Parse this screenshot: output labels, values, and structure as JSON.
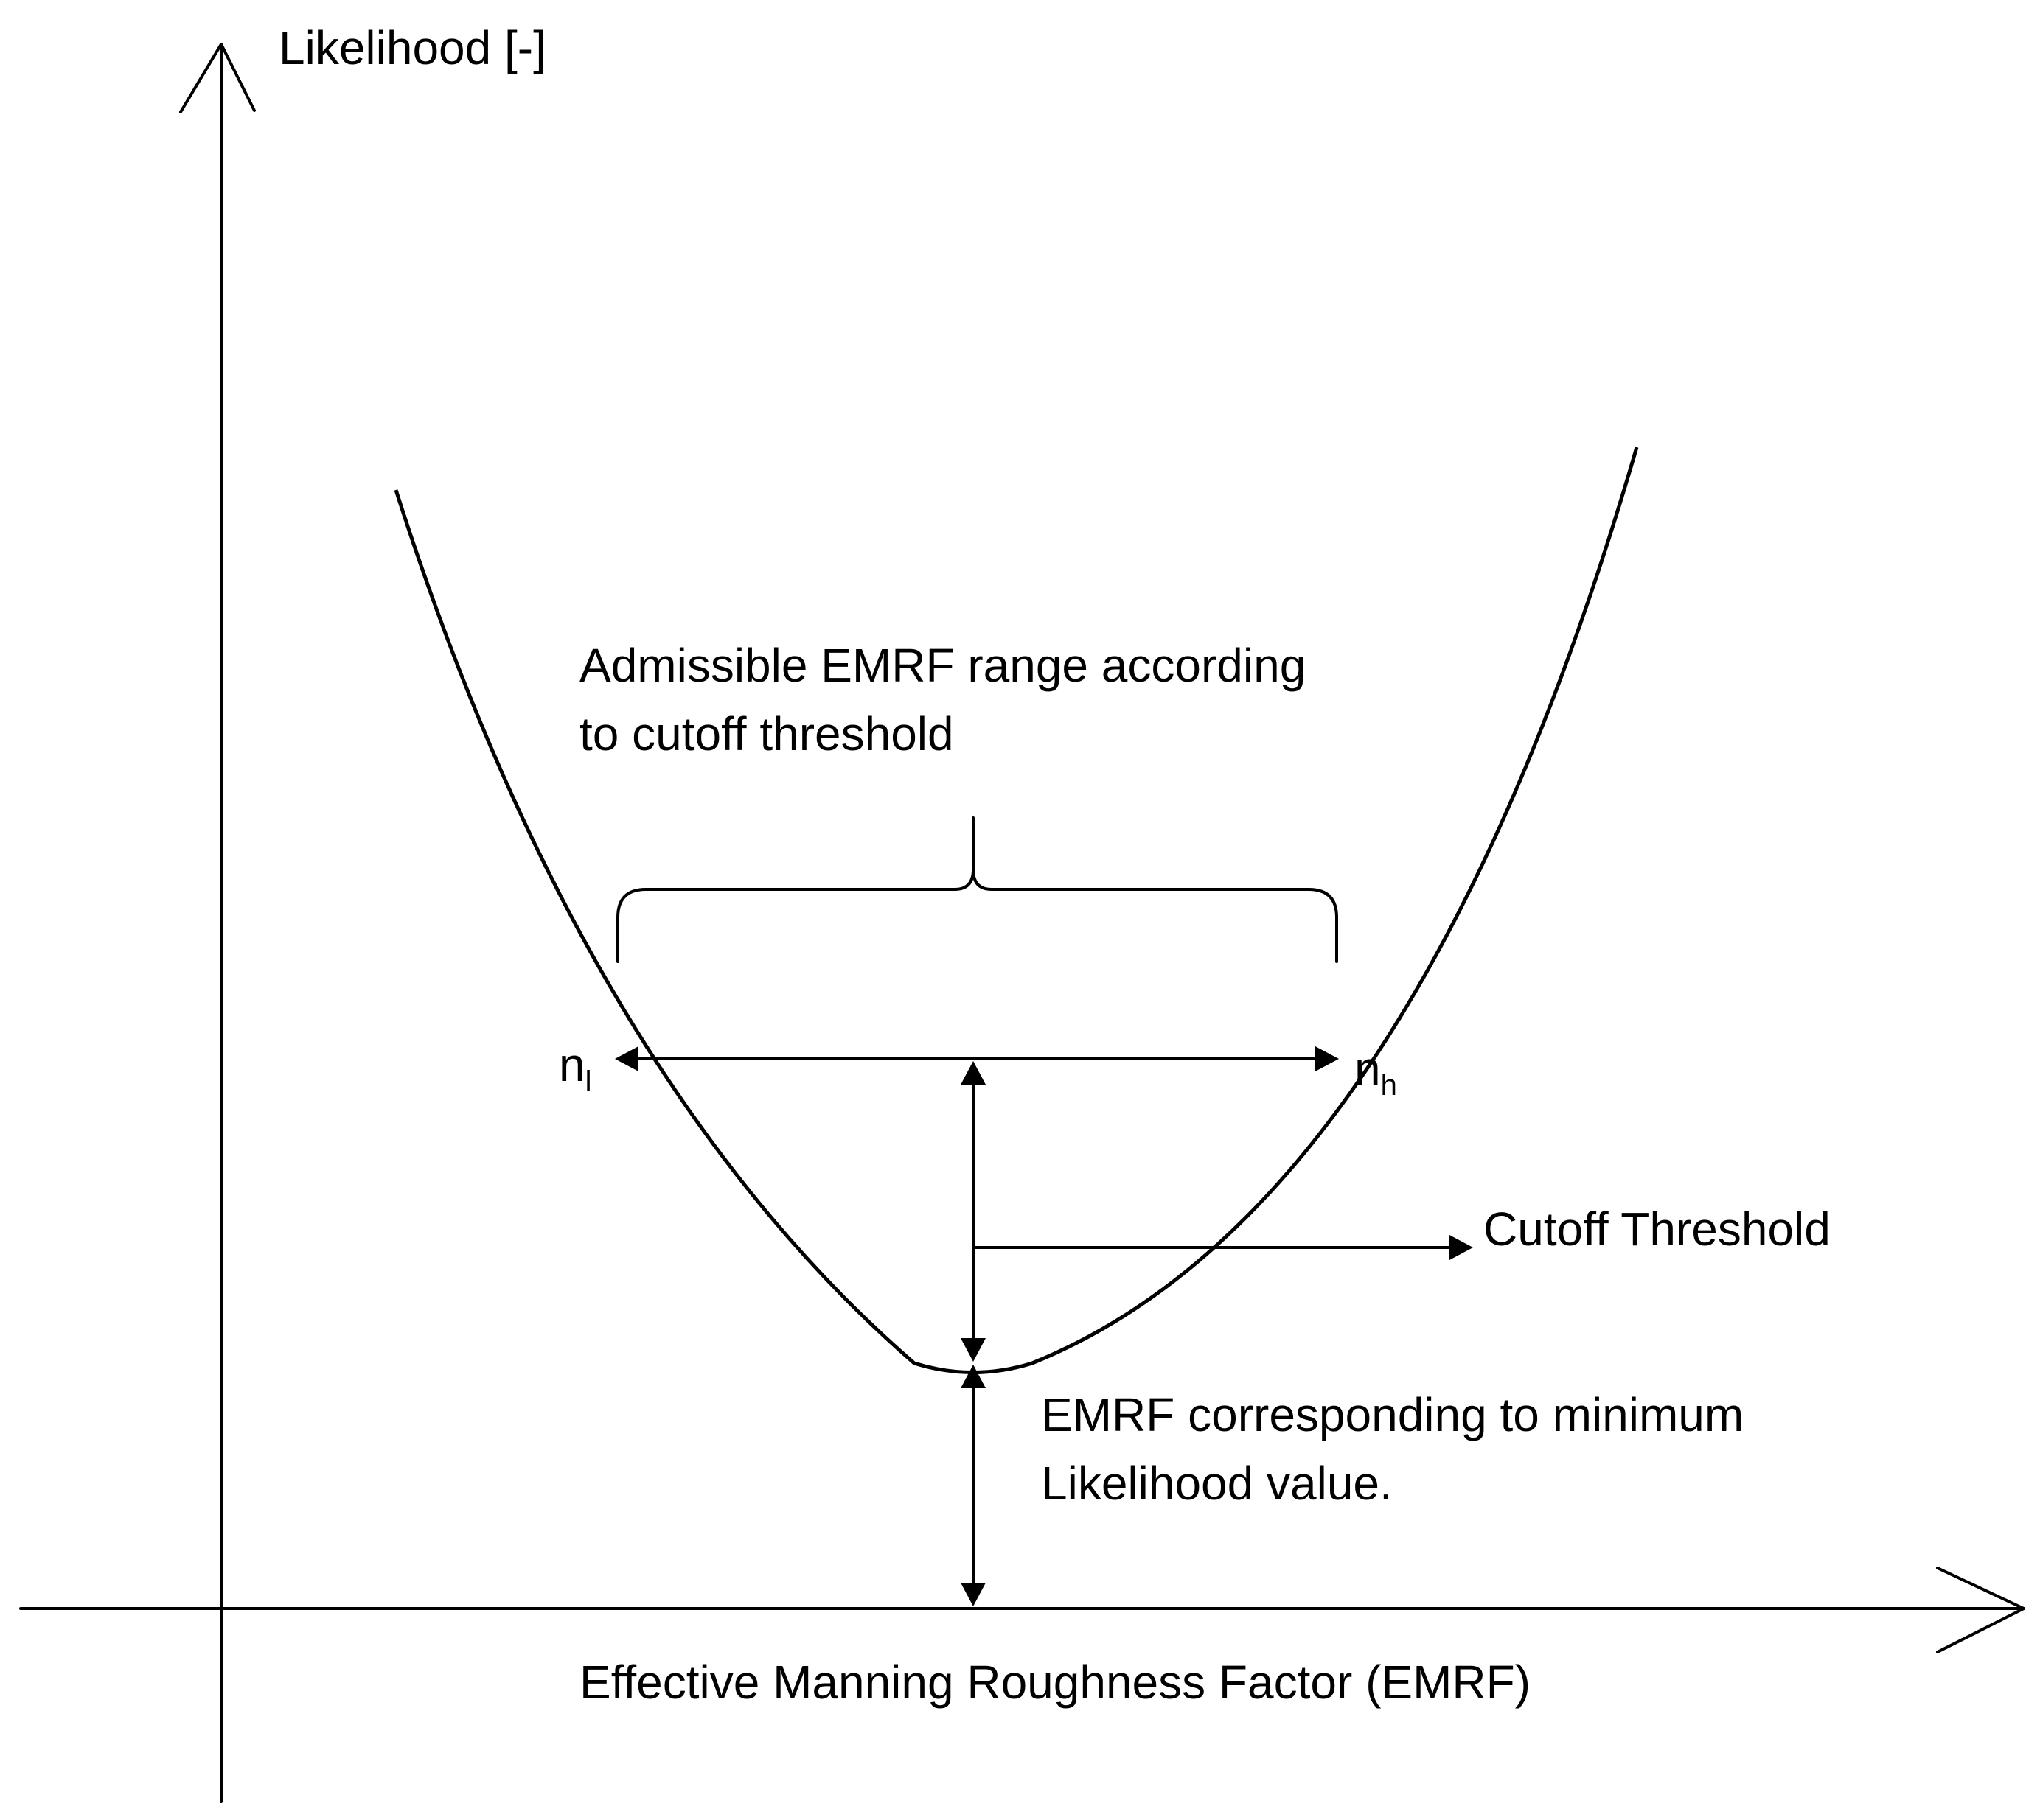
{
  "diagram": {
    "y_axis_label": "Likelihood [-]",
    "x_axis_label": "Effective Manning Roughness Factor (EMRF)",
    "range_annotation_line1": "Admissible EMRF range according",
    "range_annotation_line2": "to cutoff threshold",
    "n_low": {
      "base": "n",
      "subscript": "l"
    },
    "n_high": {
      "base": "n",
      "subscript": "h"
    },
    "cutoff_label": "Cutoff Threshold",
    "minimum_annotation_line1": "EMRF corresponding to minimum",
    "minimum_annotation_line2": "Likelihood value."
  },
  "colors": {
    "stroke": "#000000",
    "background": "#ffffff"
  }
}
